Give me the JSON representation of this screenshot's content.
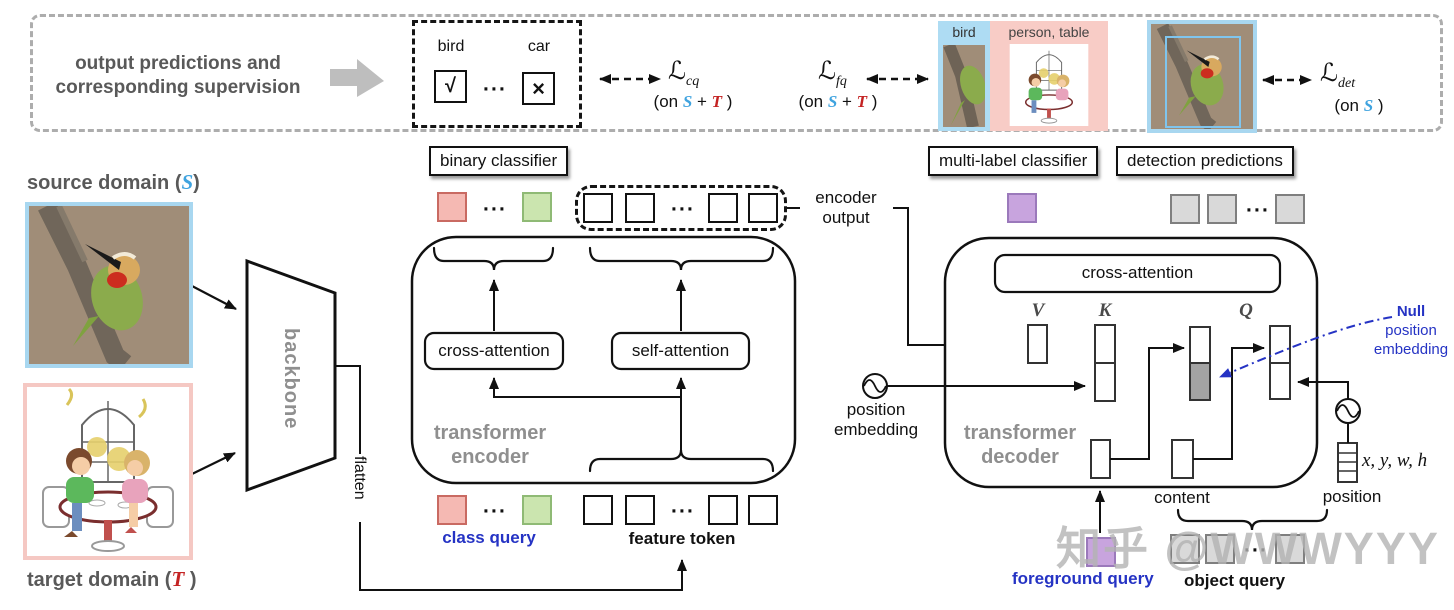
{
  "dots": "···",
  "watermark": "知乎 @WWWYYY",
  "band": {
    "title": "output predictions and corresponding supervision",
    "binary": {
      "bird": "bird",
      "car": "car",
      "check": "√",
      "cross": "×"
    },
    "loss_cq": {
      "glyph": "ℒ",
      "sub": "cq",
      "pre": "(on ",
      "s": "S",
      "mid": " + ",
      "t": "T",
      "post": " )"
    },
    "loss_fq": {
      "glyph": "ℒ",
      "sub": "fq",
      "pre": "(on ",
      "s": "S",
      "mid": " + ",
      "t": "T",
      "post": " )"
    },
    "loss_det": {
      "glyph": "ℒ",
      "sub": "det",
      "pre": "(on ",
      "s": "S",
      "post": " )"
    },
    "multilabel": {
      "bird_tag": "bird",
      "person_tag": "person, table"
    }
  },
  "row_labels": {
    "binary": "binary classifier",
    "multilabel": "multi-label classifier",
    "detection": "detection predictions"
  },
  "left": {
    "source_pre": "source domain (",
    "source_s": "S",
    "source_close": ")",
    "target_pre": "target domain (",
    "target_t": "T",
    "target_close": " )",
    "backbone": "backbone",
    "flatten": "flatten"
  },
  "encoder": {
    "title": "transformer encoder",
    "cross_attention": "cross-attention",
    "self_attention": "self-attention",
    "class_query": "class query",
    "feature_token": "feature token",
    "encoder_output": "encoder output"
  },
  "decoder": {
    "title": "transformer decoder",
    "cross_attention": "cross-attention",
    "v": "V",
    "k": "K",
    "q": "Q",
    "position_embedding": "position embedding",
    "null1": "Null",
    "null2": "position",
    "null3": "embedding",
    "content": "content",
    "position": "position",
    "xywh": "x, y, w, h",
    "foreground_query": "foreground query",
    "object_query": "object query"
  },
  "colors": {
    "class_query_red": "#F5B9B3",
    "class_query_green": "#CBE5AF",
    "foreground_purple": "#C8A4DE",
    "object_gray": "#D9D9D9",
    "null_gray": "#A3A3A3",
    "source_blue": "#A8D7F0",
    "target_pink": "#F5C8C3",
    "accent_s_blue": "#3FA3DF",
    "accent_t_red": "#C42323",
    "text_blue": "#2533C4"
  }
}
